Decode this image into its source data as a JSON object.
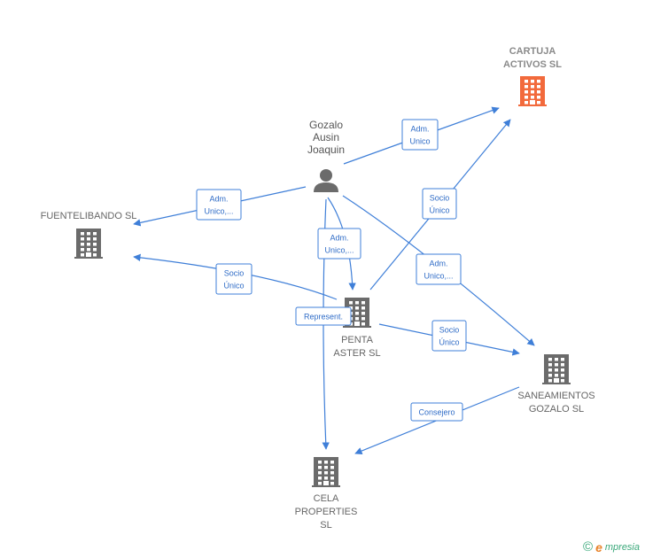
{
  "colors": {
    "edge": "#3f7fd8",
    "building_gray": "#6b6b6b",
    "building_highlight": "#f26a3c",
    "person": "#6b6b6b"
  },
  "nodes": [
    {
      "id": "cartuja",
      "type": "company",
      "highlight": true,
      "lines": [
        "CARTUJA",
        "ACTIVOS  SL"
      ]
    },
    {
      "id": "gozalo",
      "type": "person",
      "highlight": false,
      "lines": [
        "Gozalo",
        "Ausin",
        "Joaquin"
      ]
    },
    {
      "id": "fuentelibando",
      "type": "company",
      "highlight": false,
      "lines": [
        "FUENTELIBANDO SL"
      ]
    },
    {
      "id": "penta",
      "type": "company",
      "highlight": false,
      "lines": [
        "PENTA",
        "ASTER  SL"
      ]
    },
    {
      "id": "saneamientos",
      "type": "company",
      "highlight": false,
      "lines": [
        "SANEAMIENTOS",
        "GOZALO SL"
      ]
    },
    {
      "id": "cela",
      "type": "company",
      "highlight": false,
      "lines": [
        "CELA",
        "PROPERTIES",
        "SL"
      ]
    }
  ],
  "edges": [
    {
      "from": "gozalo",
      "to": "cartuja",
      "lines": [
        "Adm.",
        "Unico"
      ]
    },
    {
      "from": "gozalo",
      "to": "fuentelibando",
      "lines": [
        "Adm.",
        "Unico,..."
      ]
    },
    {
      "from": "gozalo",
      "to": "penta",
      "lines": [
        "Adm.",
        "Unico,..."
      ]
    },
    {
      "from": "gozalo",
      "to": "saneamientos",
      "lines": [
        "Adm.",
        "Unico,..."
      ]
    },
    {
      "from": "gozalo",
      "to": "cela",
      "lines": [
        "Represent."
      ]
    },
    {
      "from": "penta",
      "to": "cartuja",
      "lines": [
        "Socio",
        "Único"
      ]
    },
    {
      "from": "penta",
      "to": "fuentelibando",
      "lines": [
        "Socio",
        "Único"
      ]
    },
    {
      "from": "penta",
      "to": "saneamientos",
      "lines": [
        "Socio",
        "Único"
      ]
    },
    {
      "from": "saneamientos",
      "to": "cela",
      "lines": [
        "Consejero"
      ]
    }
  ],
  "footer": {
    "copyright_symbol": "©",
    "brand_initial": "e",
    "brand_rest": "mpresia"
  }
}
